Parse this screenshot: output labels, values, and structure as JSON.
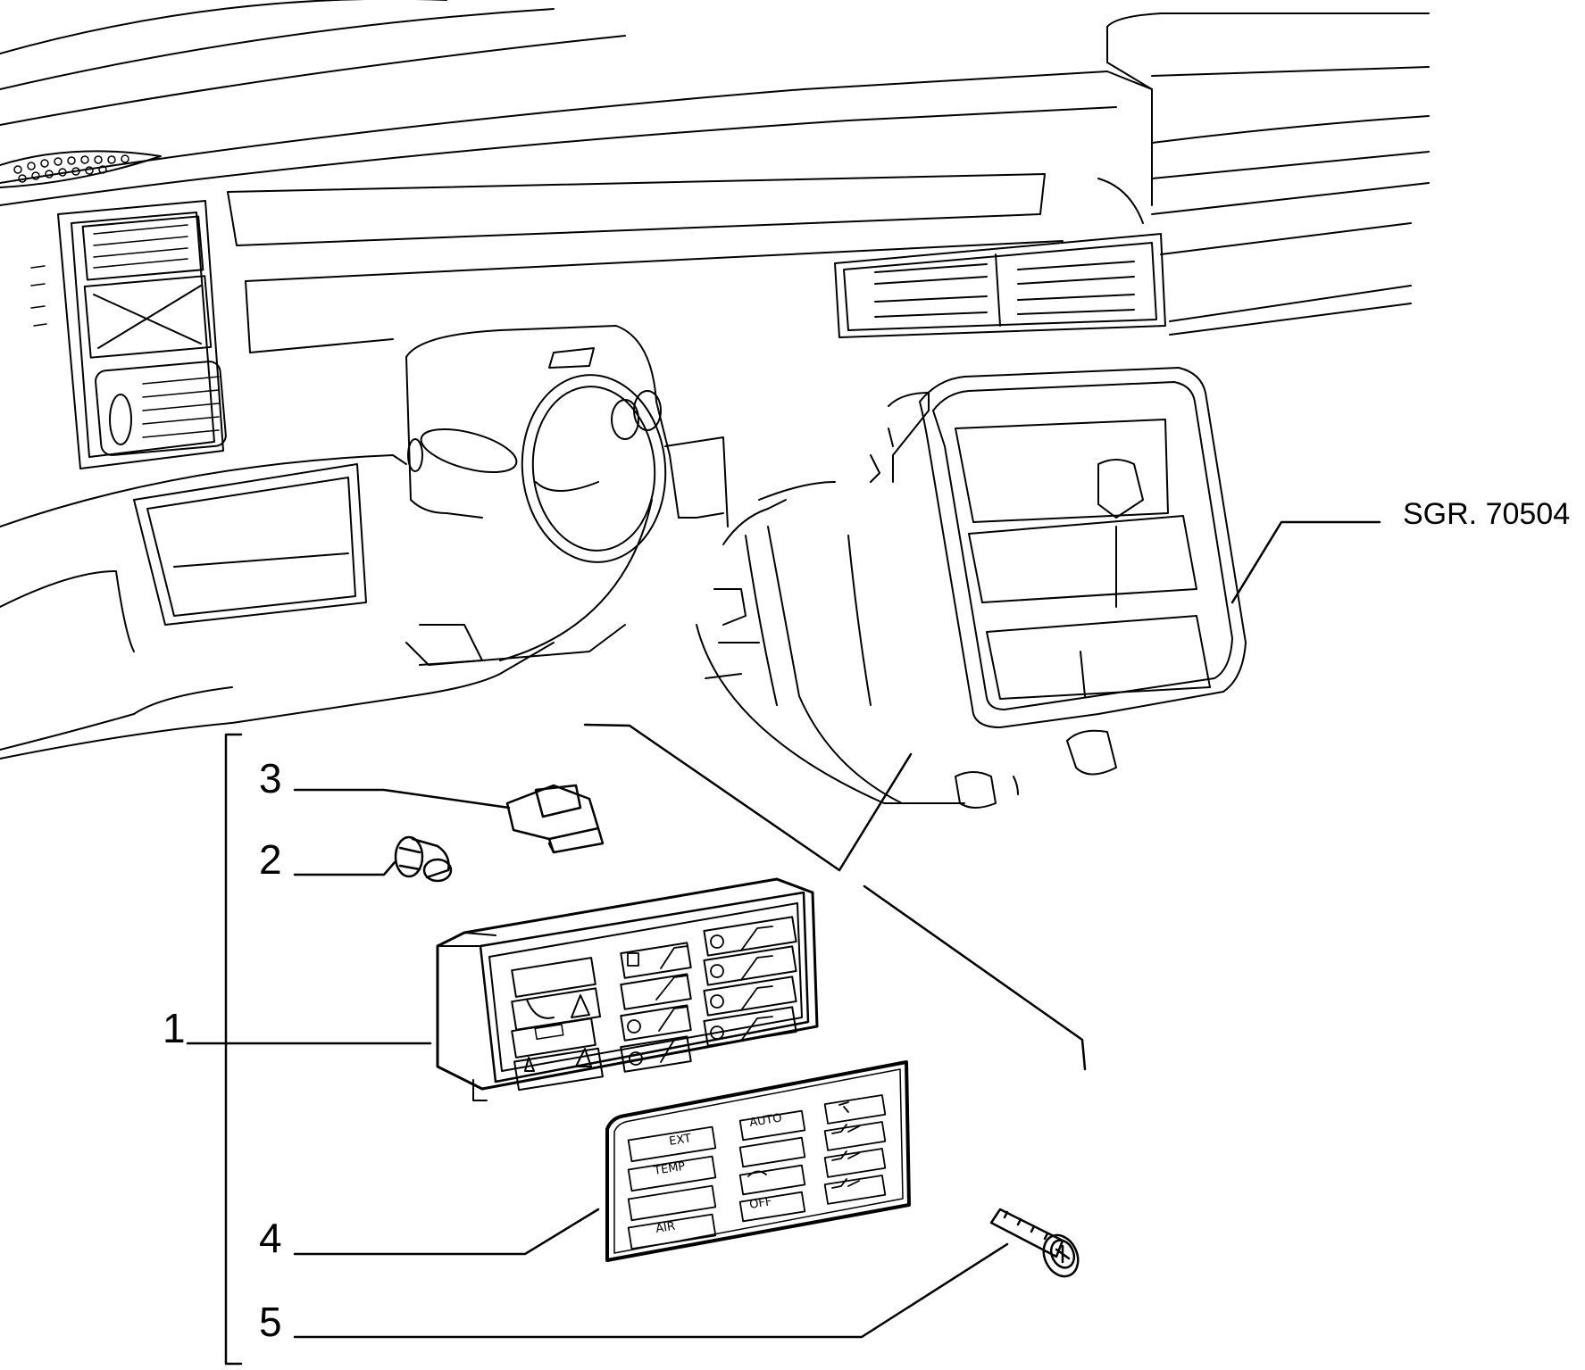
{
  "reference": "SGR. 70504",
  "callouts": [
    "1",
    "2",
    "3",
    "4",
    "5"
  ],
  "panel_labels": {
    "ext": "EXT",
    "temp": "TEMP",
    "air": "AIR",
    "auto": "AUTO",
    "off": "OFF"
  }
}
